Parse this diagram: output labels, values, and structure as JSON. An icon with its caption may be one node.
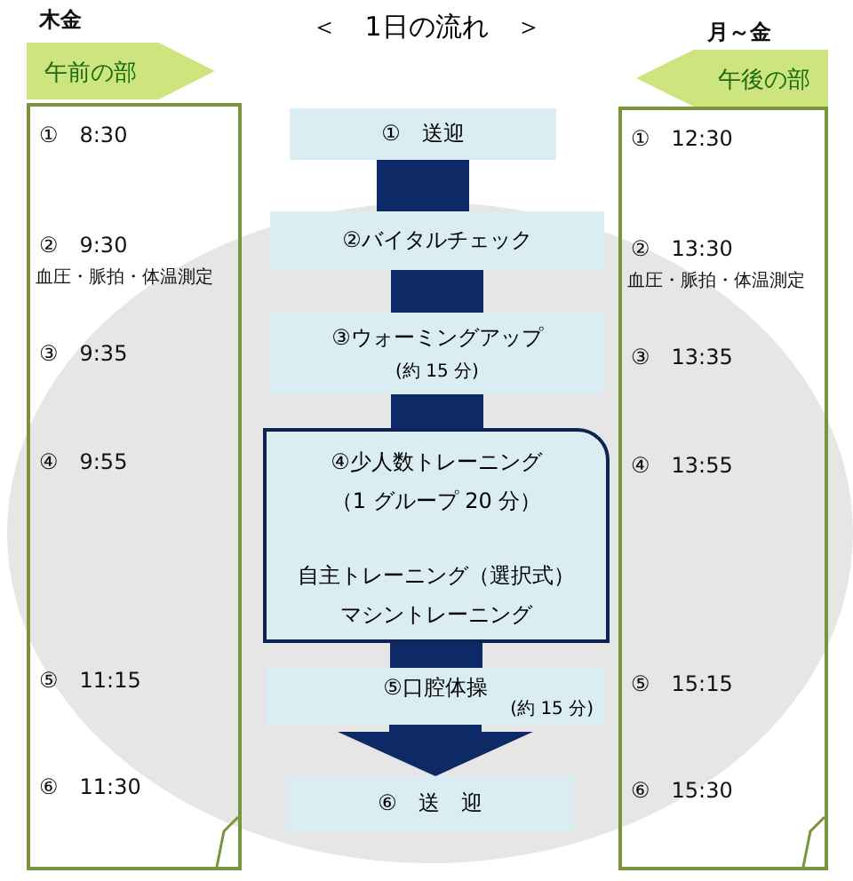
{
  "diagram": {
    "title": "＜　1日の流れ　＞",
    "nodes": [
      {
        "text": [
          "午前の部"
        ],
        "beside": [
          "木金"
        ]
      },
      {
        "text": [
          "①　8:30",
          "②　9:30",
          "血圧・脈拍・体温測定",
          "③　9:35",
          "④　9:55",
          "⑤　11:15",
          "⑥　11:30"
        ]
      },
      {
        "text": [
          "午後の部"
        ],
        "beside": [
          "月～金"
        ]
      },
      {
        "text": [
          "①　12:30",
          "②　13:30",
          "血圧・脈拍・体温測定",
          "③　13:35",
          "④　13:55",
          "⑤　15:15",
          "⑥　15:30"
        ]
      },
      {
        "text": [
          "①　送迎"
        ]
      },
      {
        "text": [
          "②バイタルチェック"
        ]
      },
      {
        "text": [
          "③ウォーミングアップ",
          "(約 15 分)"
        ]
      },
      {
        "text": [
          "④少人数トレーニング",
          "（1 グループ 20 分）",
          "自主トレーニング（選択式）",
          "マシントレーニング"
        ]
      },
      {
        "text": [
          "⑤口腔体操",
          "(約 15 分)"
        ]
      },
      {
        "text": [
          "⑥　送　迎"
        ]
      }
    ],
    "edges": [
      {
        "from": 4,
        "to": 5,
        "arrow": "none"
      },
      {
        "from": 5,
        "to": 6,
        "arrow": "none"
      },
      {
        "from": 6,
        "to": 7,
        "arrow": "none"
      },
      {
        "from": 7,
        "to": 8,
        "arrow": "none"
      },
      {
        "from": 8,
        "to": 9,
        "arrow": "to"
      }
    ]
  }
}
